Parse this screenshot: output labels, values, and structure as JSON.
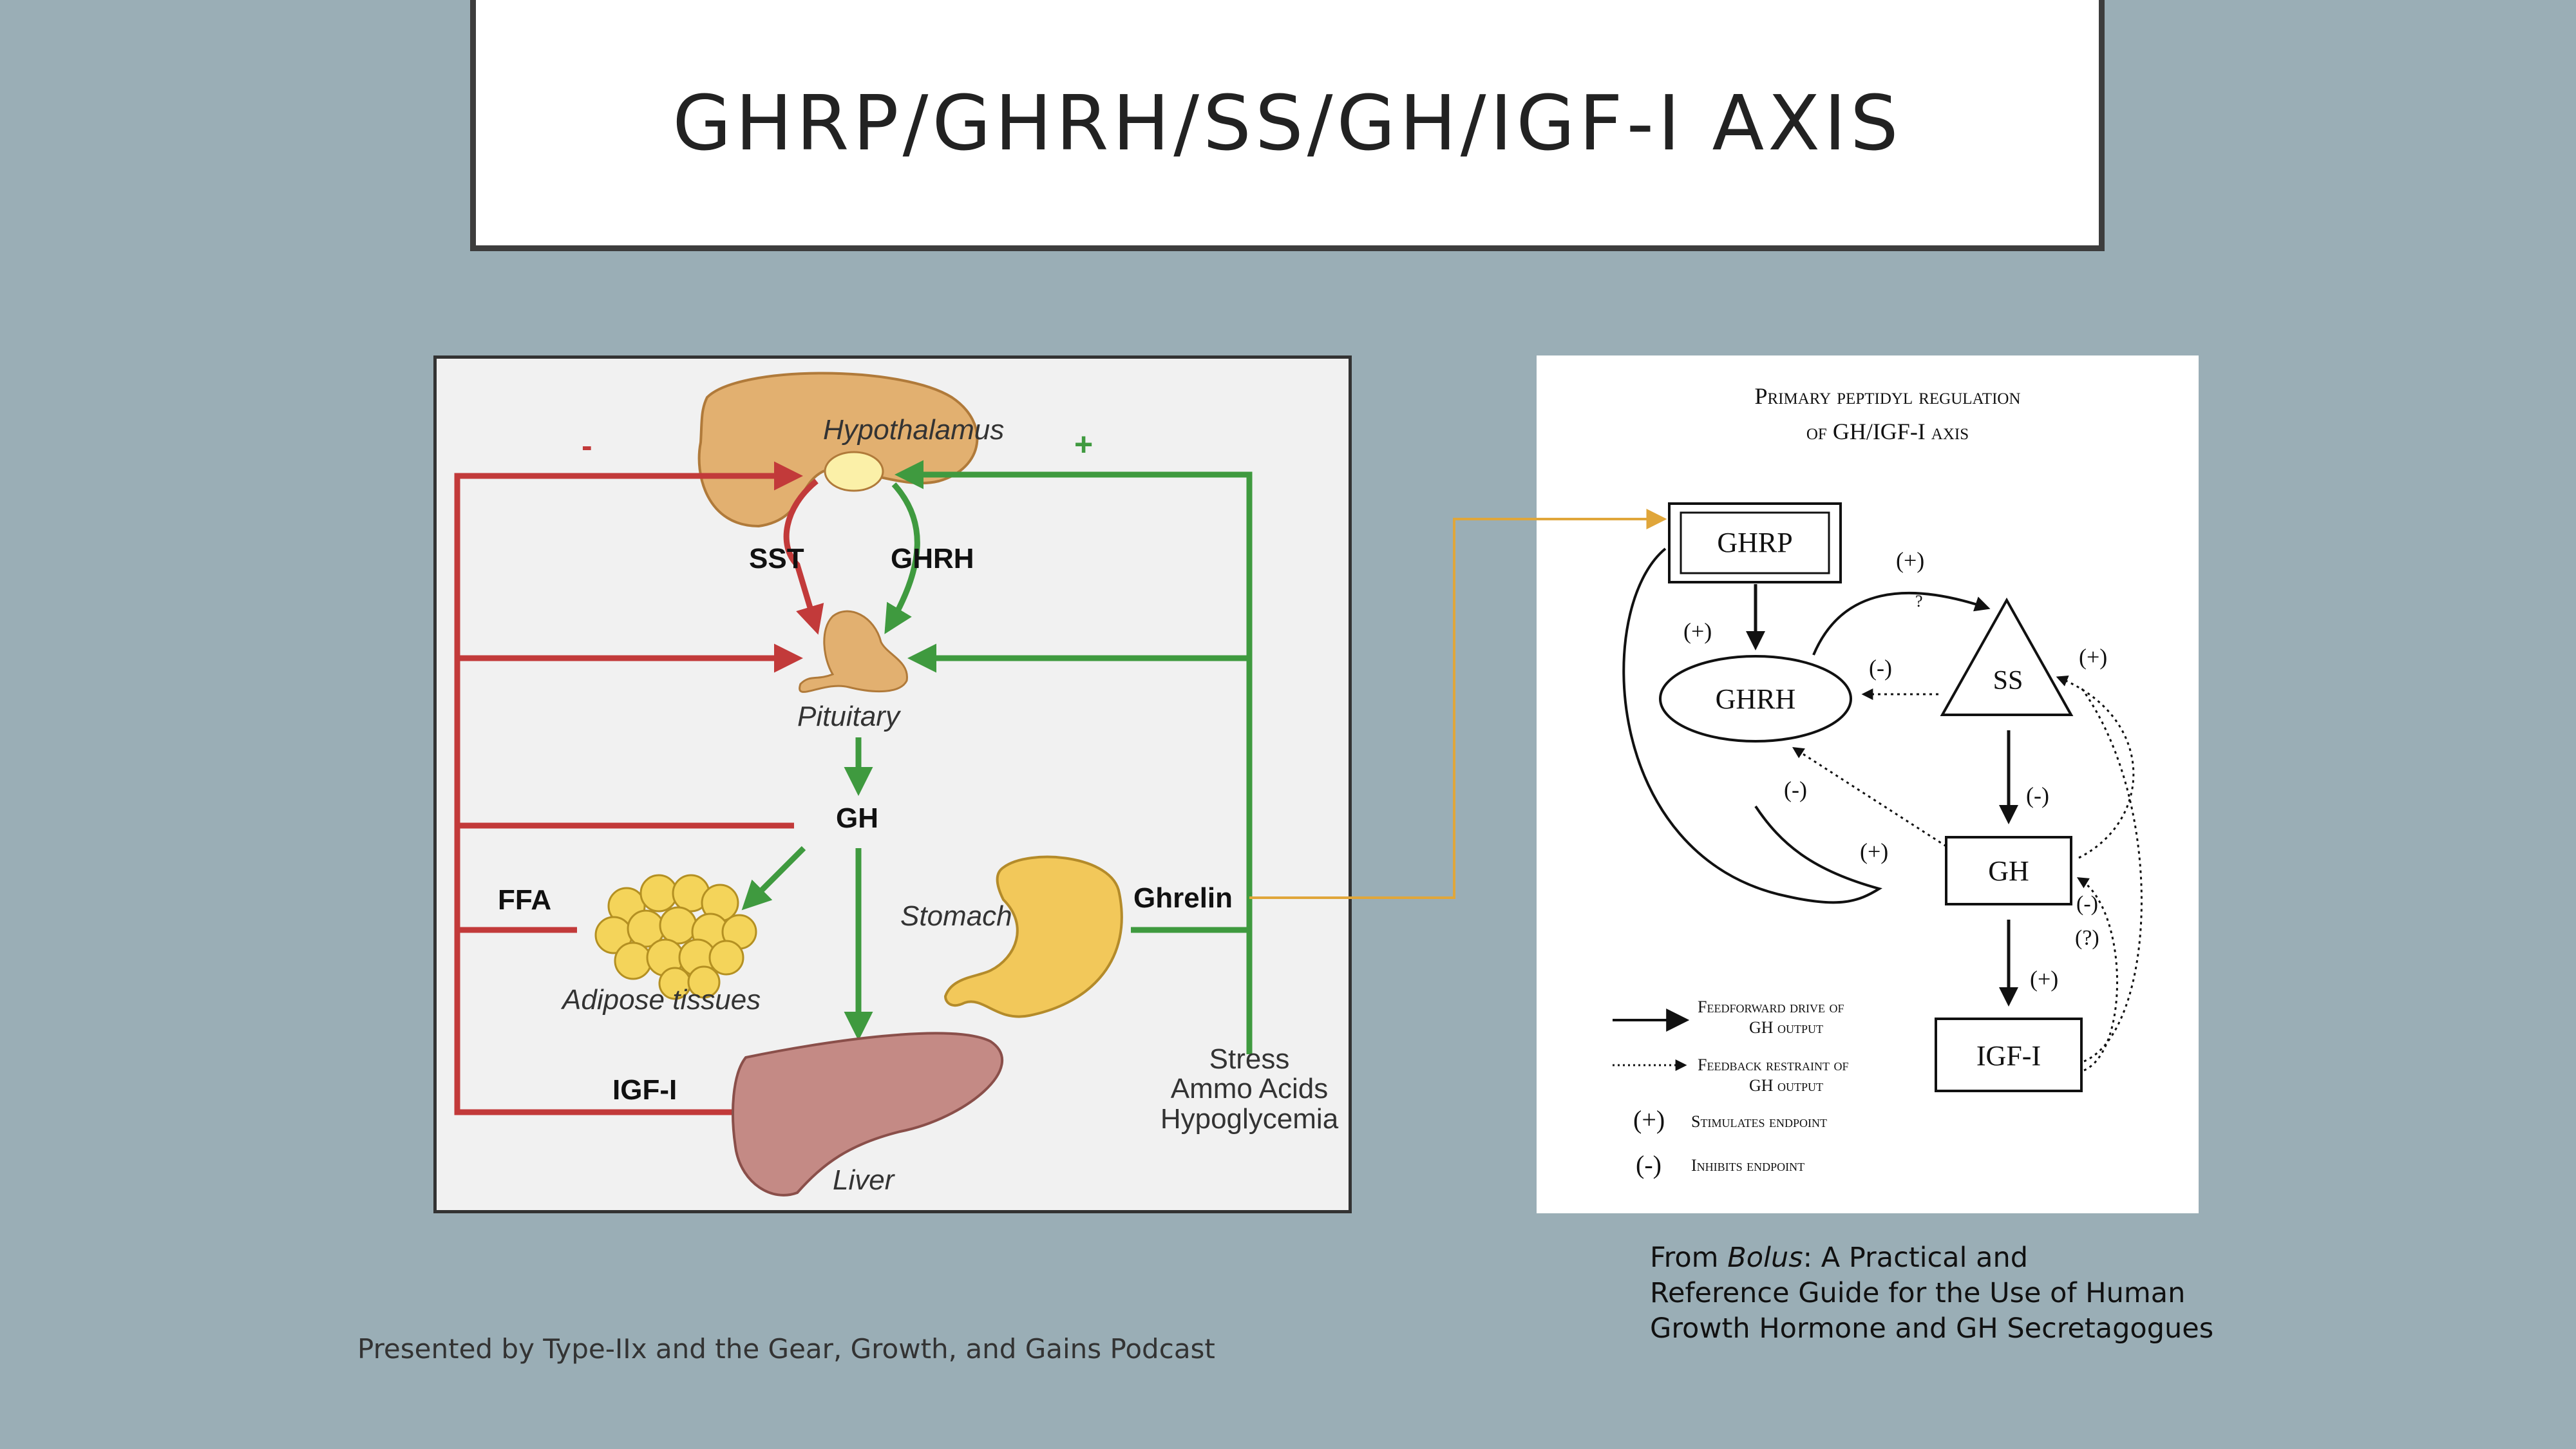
{
  "slide": {
    "title": "GHRP/GHRH/SS/GH/IGF-I AXIS",
    "credit": "Presented by Type-IIx and the Gear, Growth, and Gains Podcast",
    "source_prefix": "From ",
    "source_book": "Bolus",
    "source_line1_rest": ": A Practical and",
    "source_line2": "Reference Guide for the Use of Human",
    "source_line3": "Growth Hormone and GH Secretagogues"
  },
  "left_diagram": {
    "minus": "-",
    "plus": "+",
    "hypothalamus": "Hypothalamus",
    "sst": "SST",
    "ghrh": "GHRH",
    "pituitary": "Pituitary",
    "gh": "GH",
    "ffa": "FFA",
    "adipose": "Adipose tissues",
    "stomach": "Stomach",
    "ghrelin": "Ghrelin",
    "igf": "IGF-I",
    "liver": "Liver",
    "stress": "Stress",
    "amino": "Ammo Acids",
    "hypoglycemia": "Hypoglycemia"
  },
  "right_diagram": {
    "title_line1": "Primary peptidyl regulation",
    "title_line2": "of GH/IGF-I axis",
    "ghrp": "GHRP",
    "ghrh": "GHRH",
    "ss": "SS",
    "gh": "GH",
    "igf": "IGF-I",
    "plus": "(+)",
    "minus": "(-)",
    "q": "?",
    "q_paren": "(?)",
    "legend_feedforward_1": "Feedforward drive of",
    "legend_feedforward_2": "GH output",
    "legend_feedback_1": "Feedback restraint of",
    "legend_feedback_2": "GH output",
    "legend_stimulates": "Stimulates endpoint",
    "legend_inhibits": "Inhibits endpoint"
  },
  "colors": {
    "background": "#9aaeb6",
    "red_arrow": "#c23a3a",
    "green_arrow": "#3f9a3f",
    "connector": "#e0a63a"
  }
}
